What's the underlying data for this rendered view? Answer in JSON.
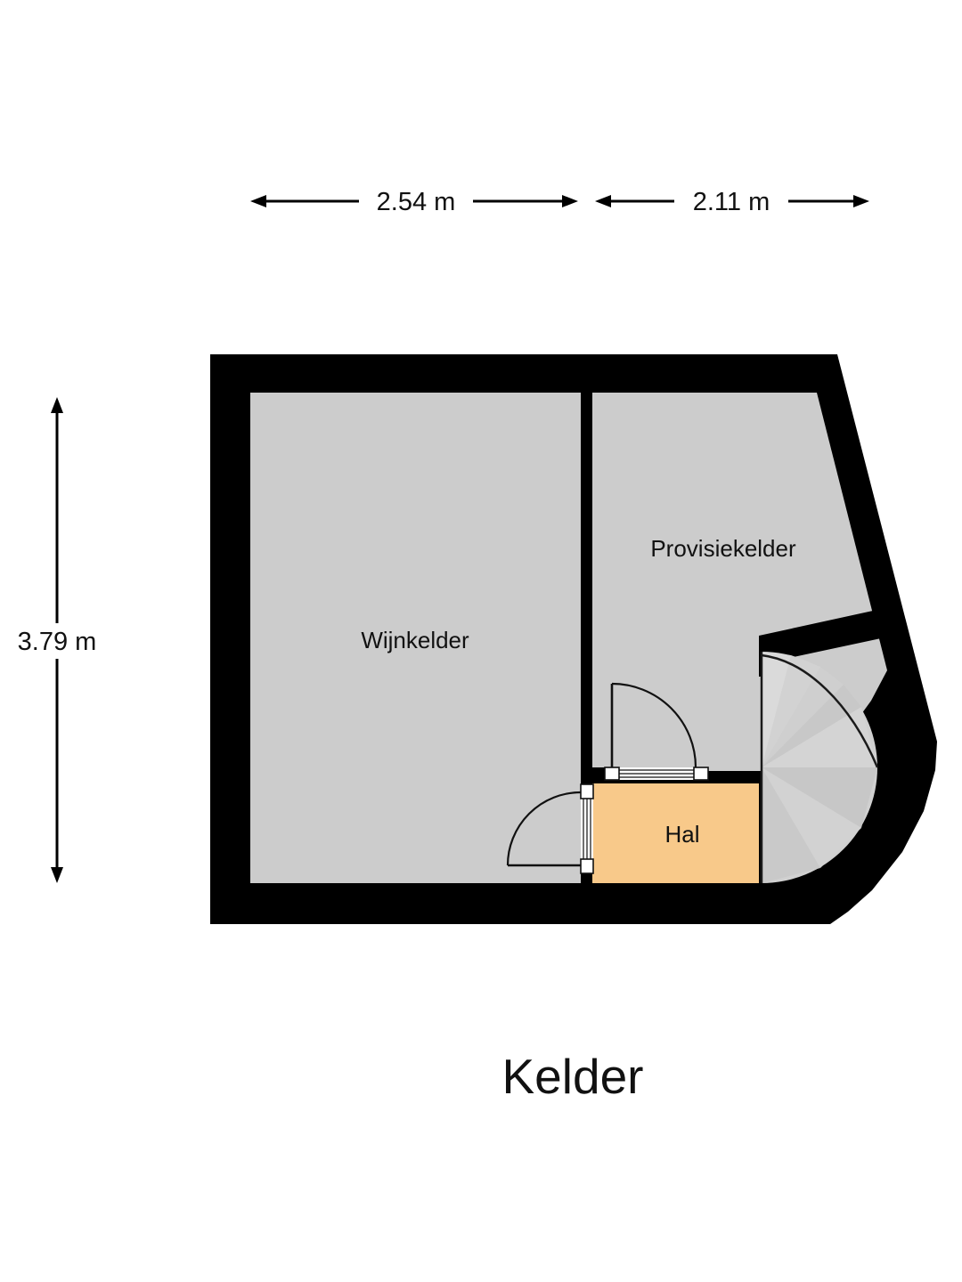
{
  "plan": {
    "title": "Kelder",
    "dimensions": {
      "top_left_label": "2.54 m",
      "top_right_label": "2.11 m",
      "left_label": "3.79 m"
    },
    "rooms": [
      {
        "id": "wijnkelder",
        "label": "Wijnkelder",
        "fill": "#CCCCCC"
      },
      {
        "id": "provisiekelder",
        "label": "Provisiekelder",
        "fill": "#CCCCCC"
      },
      {
        "id": "hal",
        "label": "Hal",
        "fill": "#F8C98A"
      }
    ],
    "features": {
      "staircase": "winder-staircase",
      "door_provisiekelder_hal": "door-swing",
      "door_wijnkelder_hal": "door-swing"
    },
    "colors": {
      "wall": "#000000",
      "floor": "#CCCCCC",
      "hal_floor": "#F8C98A",
      "stair_tread_light": "#D8D8D8",
      "stair_tread_mid": "#C4C4C4",
      "stair_tread_dark": "#BFBFBF",
      "text": "#111111",
      "background": "#FFFFFF"
    }
  }
}
